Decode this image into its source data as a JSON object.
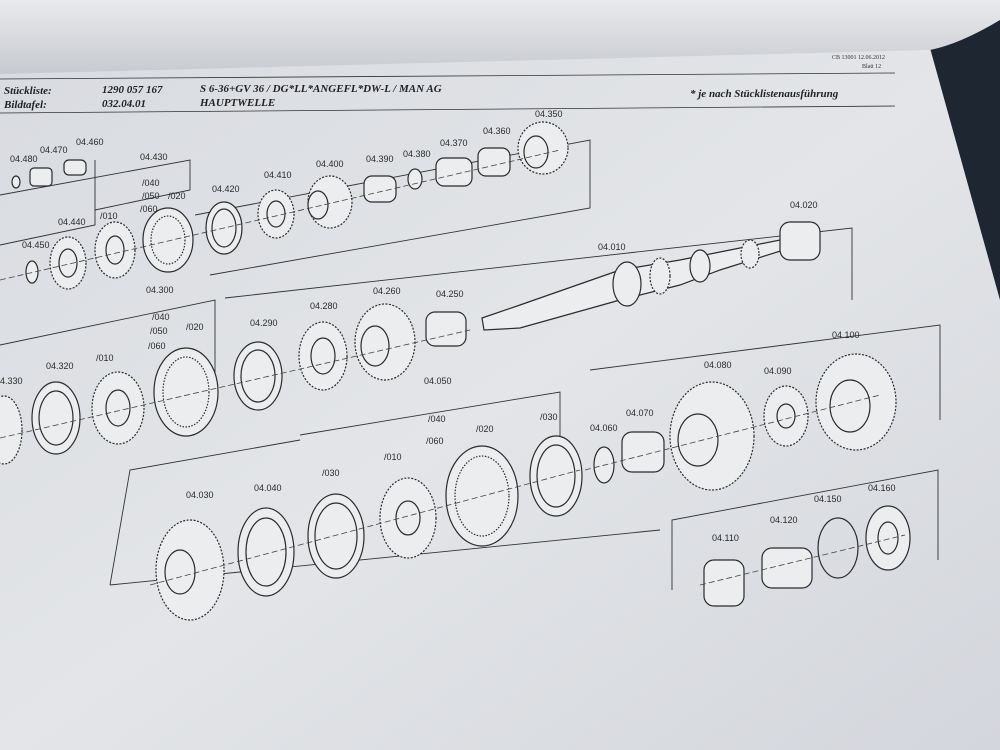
{
  "header": {
    "top_right_line1": "CB 13001 12.06.2012",
    "top_right_line2": "Blatt 12",
    "stueckliste_label": "Stückliste:",
    "stueckliste_value": "1290 057 167",
    "description": "S 6-36+GV 36 / DG*LL*ANGEFL*DW-L / MAN AG",
    "bildtafel_label": "Bildtafel:",
    "bildtafel_value": "032.04.01",
    "section_title": "HAUPTWELLE",
    "note": "* je nach Stücklistenausführung"
  },
  "part_labels": {
    "p04480": "04.480",
    "p04470": "04.470",
    "p04460": "04.460",
    "p04430": "04.430",
    "p04420": "04.420",
    "p04410": "04.410",
    "p04400": "04.400",
    "p04390": "04.390",
    "p04380": "04.380",
    "p04370": "04.370",
    "p04360": "04.360",
    "p04350": "04.350",
    "p04440": "04.440",
    "p04450": "04.450",
    "p04020": "04.020",
    "p04010": "04.010",
    "p04300": "04.300",
    "p04290": "04.290",
    "p04280": "04.280",
    "p04260": "04.260",
    "p04250": "04.250",
    "p04330": "4.330",
    "p04320": "04.320",
    "p04080": "04.080",
    "p04090": "04.090",
    "p04100": "04.100",
    "p04050": "04.050",
    "p04060": "04.060",
    "p04070": "04.070",
    "p04030": "04.030",
    "p04040": "04.040",
    "p04110": "04.110",
    "p04120": "04.120",
    "p04150": "04.150",
    "p04160": "04.160"
  },
  "sub_labels": {
    "a_040": "/040",
    "a_050": "/050",
    "a_020": "/020",
    "a_060": "/060",
    "a_010": "/010",
    "b_040": "/040",
    "b_050": "/050",
    "b_020": "/020",
    "b_060": "/060",
    "b_010": "/010",
    "c_040": "/040",
    "c_060": "/060",
    "c_020": "/020",
    "c_030": "/030",
    "c_010": "/010",
    "c_030b": "/030"
  }
}
